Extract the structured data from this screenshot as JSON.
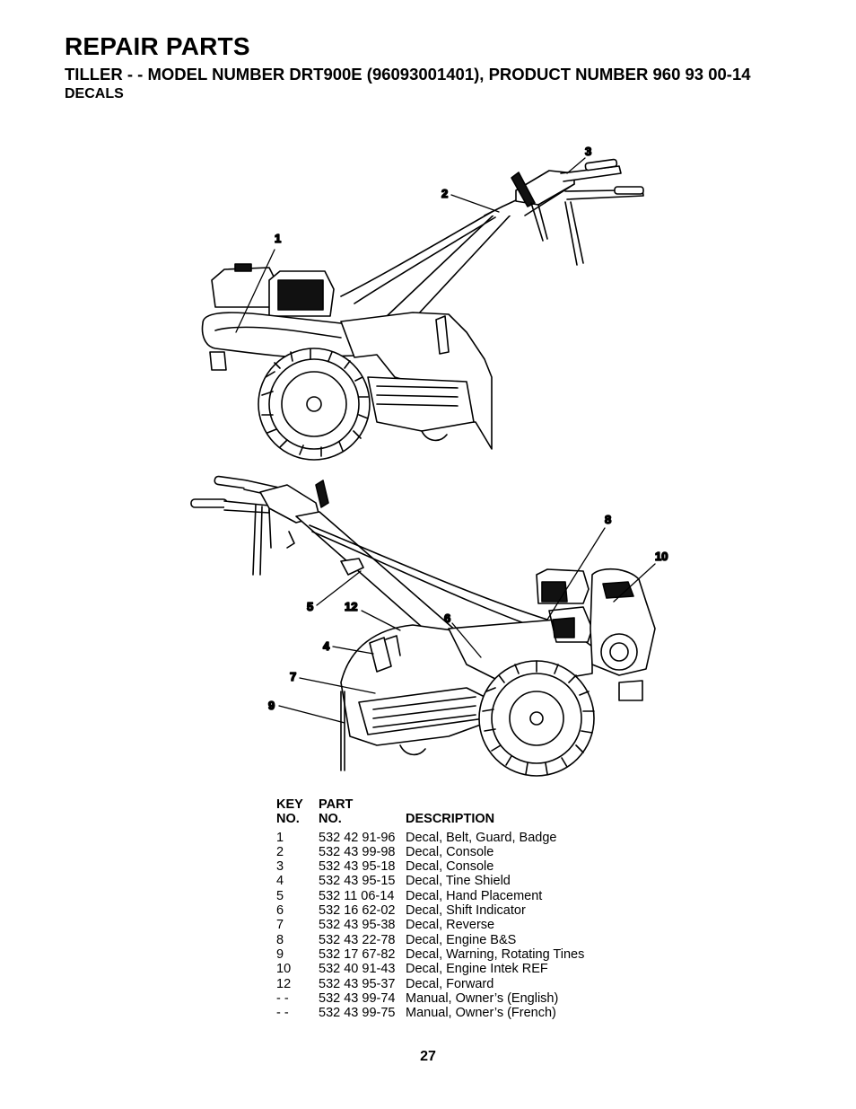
{
  "header": {
    "title": "REPAIR PARTS",
    "subtitle": "TILLER - - MODEL NUMBER DRT900E (96093001401), PRODUCT NUMBER 960 93 00-14",
    "section": "DECALS"
  },
  "callouts": {
    "top": [
      "1",
      "2",
      "3"
    ],
    "bottom": [
      "4",
      "5",
      "6",
      "7",
      "8",
      "9",
      "10",
      "12"
    ]
  },
  "parts_table": {
    "headers": {
      "key_line1": "KEY",
      "key_line2": "NO.",
      "part_line1": "PART",
      "part_line2": "NO.",
      "description": "DESCRIPTION"
    },
    "rows": [
      {
        "key": "1",
        "part": "532 42 91-96",
        "description": "Decal, Belt, Guard, Badge"
      },
      {
        "key": "2",
        "part": "532 43 99-98",
        "description": "Decal, Console"
      },
      {
        "key": "3",
        "part": "532 43 95-18",
        "description": "Decal, Console"
      },
      {
        "key": "4",
        "part": "532 43 95-15",
        "description": "Decal, Tine Shield"
      },
      {
        "key": "5",
        "part": "532 11 06-14",
        "description": "Decal, Hand Placement"
      },
      {
        "key": "6",
        "part": "532 16 62-02",
        "description": "Decal, Shift Indicator"
      },
      {
        "key": "7",
        "part": "532 43 95-38",
        "description": "Decal, Reverse"
      },
      {
        "key": "8",
        "part": "532 43 22-78",
        "description": "Decal, Engine B&S"
      },
      {
        "key": "9",
        "part": "532 17 67-82",
        "description": "Decal, Warning, Rotating Tines"
      },
      {
        "key": "10",
        "part": "532 40 91-43",
        "description": "Decal, Engine Intek REF"
      },
      {
        "key": "12",
        "part": "532 43 95-37",
        "description": "Decal, Forward"
      },
      {
        "key": "- -",
        "part": "532 43 99-74",
        "description": "Manual, Owner’s (English)"
      },
      {
        "key": "- -",
        "part": "532 43 99-75",
        "description": "Manual, Owner’s (French)"
      }
    ]
  },
  "footer": {
    "page_number": "27"
  }
}
